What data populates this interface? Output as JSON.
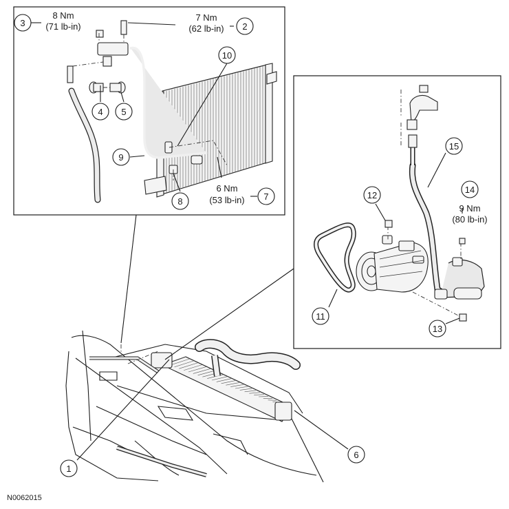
{
  "figure_id": "N0062015",
  "callouts": [
    {
      "id": "c1",
      "number": "1"
    },
    {
      "id": "c2",
      "number": "2"
    },
    {
      "id": "c3",
      "number": "3"
    },
    {
      "id": "c4",
      "number": "4"
    },
    {
      "id": "c5",
      "number": "5"
    },
    {
      "id": "c6",
      "number": "6"
    },
    {
      "id": "c7",
      "number": "7"
    },
    {
      "id": "c8",
      "number": "8"
    },
    {
      "id": "c9",
      "number": "9"
    },
    {
      "id": "c10",
      "number": "10"
    },
    {
      "id": "c11",
      "number": "11"
    },
    {
      "id": "c12",
      "number": "12"
    },
    {
      "id": "c13",
      "number": "13"
    },
    {
      "id": "c14",
      "number": "14"
    },
    {
      "id": "c15",
      "number": "15"
    }
  ],
  "torque_specs": [
    {
      "id": "t3",
      "nm": "8 Nm",
      "lbin": "(71 lb-in)"
    },
    {
      "id": "t2",
      "nm": "7 Nm",
      "lbin": "(62 lb-in)"
    },
    {
      "id": "t7",
      "nm": "6 Nm",
      "lbin": "(53 lb-in)"
    },
    {
      "id": "t14",
      "nm": "9 Nm",
      "lbin": "(80 lb-in)"
    }
  ]
}
